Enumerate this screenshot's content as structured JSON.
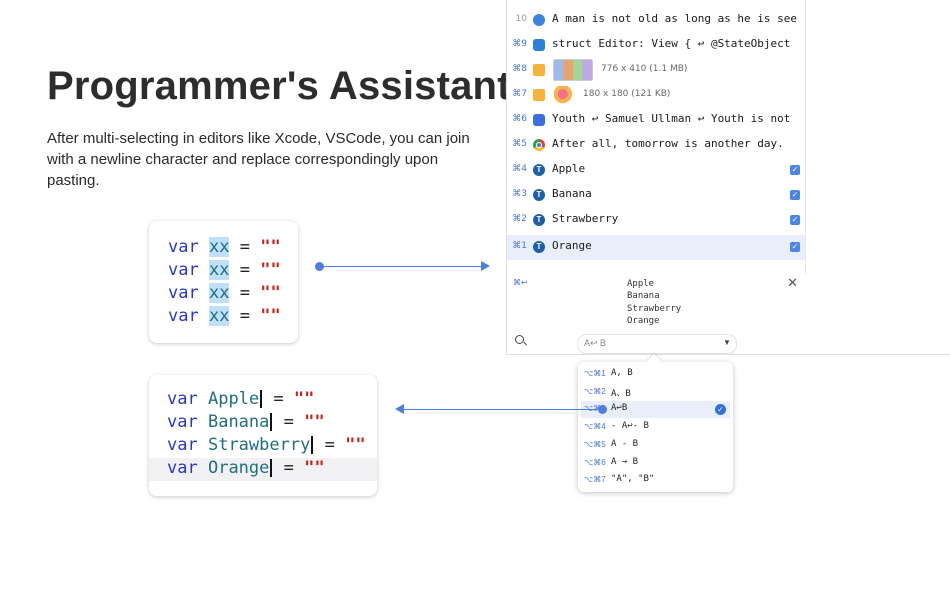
{
  "promo": {
    "title": "Programmer's Assistant",
    "description": "After multi-selecting in editors like Xcode, VSCode, you can join with a newline character and replace correspondingly upon pasting."
  },
  "editor_before": {
    "lines": [
      {
        "keyword": "var",
        "ident": "xx",
        "op": "=",
        "value": "\"\""
      },
      {
        "keyword": "var",
        "ident": "xx",
        "op": "=",
        "value": "\"\""
      },
      {
        "keyword": "var",
        "ident": "xx",
        "op": "=",
        "value": "\"\""
      },
      {
        "keyword": "var",
        "ident": "xx",
        "op": "=",
        "value": "\"\""
      }
    ]
  },
  "editor_after": {
    "lines": [
      {
        "keyword": "var",
        "ident": "Apple",
        "op": "=",
        "value": "\"\""
      },
      {
        "keyword": "var",
        "ident": "Banana",
        "op": "=",
        "value": "\"\""
      },
      {
        "keyword": "var",
        "ident": "Strawberry",
        "op": "=",
        "value": "\"\""
      },
      {
        "keyword": "var",
        "ident": "Orange",
        "op": "=",
        "value": "\"\""
      }
    ]
  },
  "clipboard": {
    "items": [
      {
        "key": "10",
        "icon": "safari-icon",
        "text": "A man is not old as long as he is seeki…"
      },
      {
        "key": "⌘9",
        "icon": "xcode-icon",
        "text": "struct Editor: View { ↩ @StateObject pr…"
      },
      {
        "key": "⌘8",
        "icon": "sketch-icon",
        "text": "776 x 410 (1.1 MB)"
      },
      {
        "key": "⌘7",
        "icon": "sketch-icon",
        "text": "180 x 180 (121 KB)"
      },
      {
        "key": "⌘6",
        "icon": "pages-icon",
        "text": "Youth ↩ Samuel Ullman ↩ Youth is not a…"
      },
      {
        "key": "⌘5",
        "icon": "chrome-icon",
        "text": "After all, tomorrow is another day."
      },
      {
        "key": "⌘4",
        "icon": "typora-icon",
        "text": "Apple"
      },
      {
        "key": "⌘3",
        "icon": "typora-icon",
        "text": "Banana"
      },
      {
        "key": "⌘2",
        "icon": "typora-icon",
        "text": "Strawberry"
      },
      {
        "key": "⌘1",
        "icon": "typora-icon",
        "text": "Orange"
      }
    ],
    "preview": {
      "key": "⌘↩",
      "lines": [
        "Apple",
        "Banana",
        "Strawberry",
        "Orange"
      ]
    },
    "format_chip": "A↩ B"
  },
  "join_formats": [
    {
      "key": "⌥⌘1",
      "label": "A, B"
    },
    {
      "key": "⌥⌘2",
      "label": "A、B"
    },
    {
      "key": "⌥⌘3",
      "label": "A↩B"
    },
    {
      "key": "⌥⌘4",
      "label": "- A↩- B"
    },
    {
      "key": "⌥⌘5",
      "label": "A - B"
    },
    {
      "key": "⌥⌘6",
      "label": "A → B"
    },
    {
      "key": "⌥⌘7",
      "label": "\"A\", \"B\""
    }
  ],
  "colors": {
    "accent": "#4d7fe0",
    "keyword": "#2b36c6",
    "identifier": "#1f6f82",
    "string": "#c2261d"
  }
}
